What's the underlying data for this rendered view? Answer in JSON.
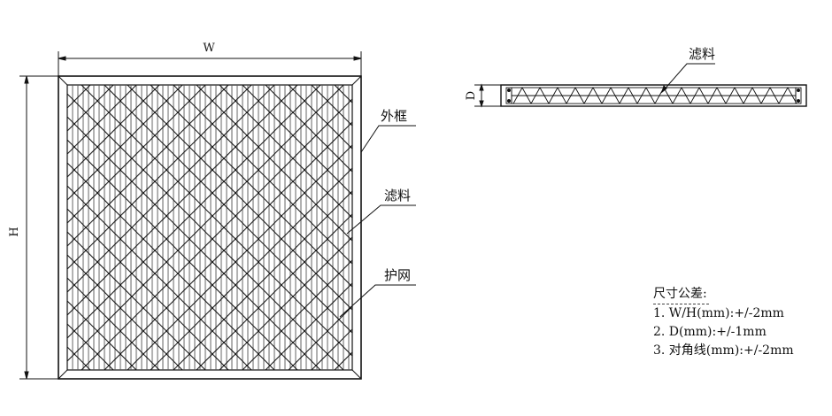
{
  "front_view": {
    "width_label": "W",
    "height_label": "H",
    "callouts": {
      "frame": "外框",
      "media": "滤料",
      "mesh": "护网"
    }
  },
  "side_view": {
    "depth_label": "D",
    "media_label": "滤料"
  },
  "tolerances": {
    "title": "尺寸公差:",
    "items": [
      "1. W/H(mm):+/-2mm",
      "2. D(mm):+/-1mm",
      "3. 对角线(mm):+/-2mm"
    ]
  },
  "colors": {
    "line": "#111111",
    "background": "#ffffff"
  }
}
